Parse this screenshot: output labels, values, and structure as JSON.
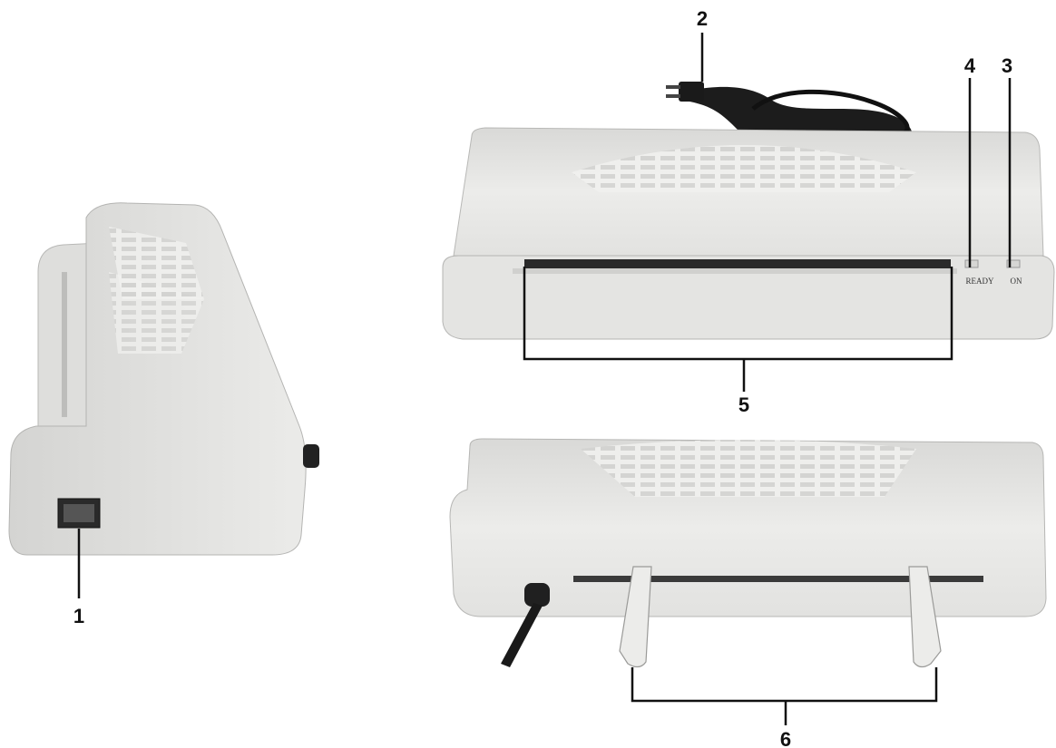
{
  "callouts": {
    "c1": "1",
    "c2": "2",
    "c3": "3",
    "c4": "4",
    "c5": "5",
    "c6": "6"
  },
  "panel_labels": {
    "ready": "READY",
    "on": "ON"
  },
  "colors": {
    "body": "#e6e6e4",
    "body_shadow": "#c8c8c6",
    "line": "#111111",
    "cord": "#1a1a1a"
  }
}
